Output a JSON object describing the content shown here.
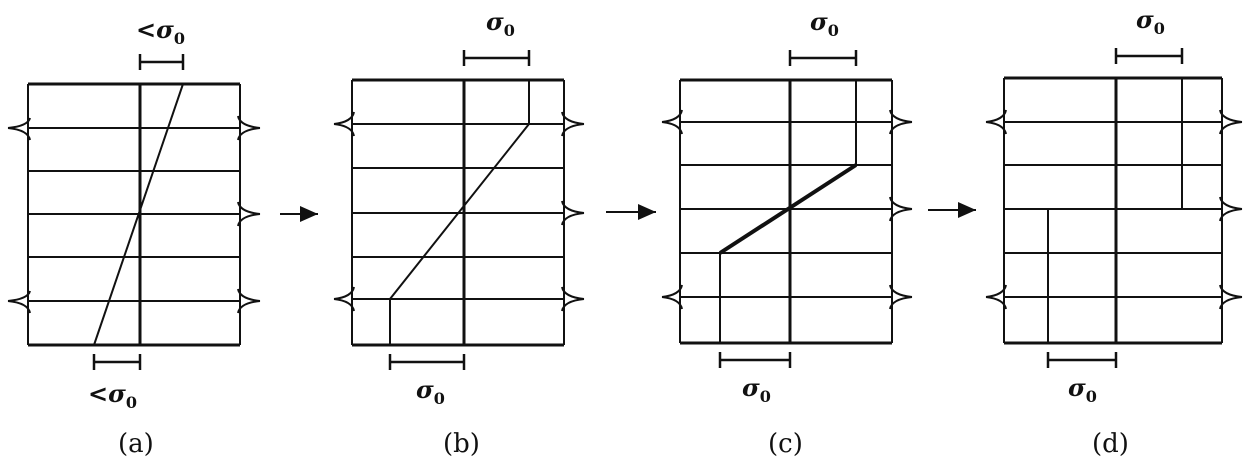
{
  "panels": [
    {
      "id": "a",
      "caption": "(a)",
      "top_symbol": "σ",
      "top_sub": "0",
      "top_prefix": "<",
      "bottom_symbol": "σ",
      "bottom_sub": "0",
      "bottom_prefix": "<"
    },
    {
      "id": "b",
      "caption": "(b)",
      "top_symbol": "σ",
      "top_sub": "0",
      "top_prefix": "",
      "bottom_symbol": "σ",
      "bottom_sub": "0",
      "bottom_prefix": ""
    },
    {
      "id": "c",
      "caption": "(c)",
      "top_symbol": "σ",
      "top_sub": "0",
      "top_prefix": "",
      "bottom_symbol": "σ",
      "bottom_sub": "0",
      "bottom_prefix": ""
    },
    {
      "id": "d",
      "caption": "(d)",
      "top_symbol": "σ",
      "top_sub": "0",
      "top_prefix": "",
      "bottom_symbol": "σ",
      "bottom_sub": "0",
      "bottom_prefix": ""
    }
  ],
  "line_color": "#111111"
}
